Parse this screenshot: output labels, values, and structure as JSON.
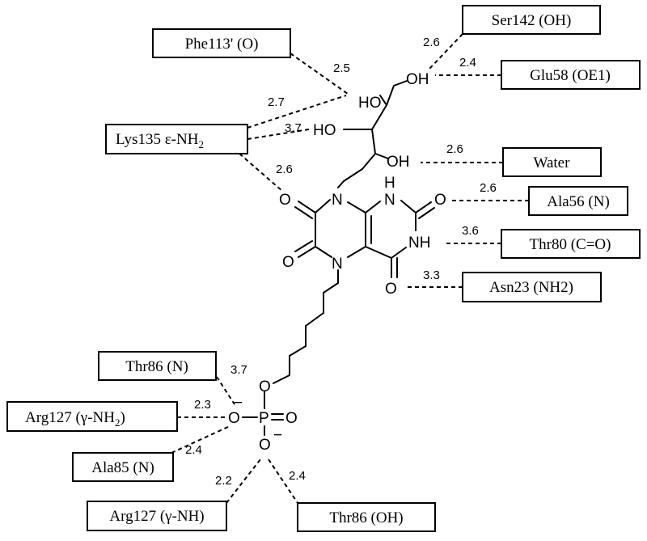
{
  "residues": {
    "ser142": "Ser142 (OH)",
    "phe113": "Phe113' (O)",
    "glu58": "Glu58 (OE1)",
    "lys135": "Lys135 ε-NH",
    "lys135_sub": "2",
    "water": "Water",
    "ala56": "Ala56 (N)",
    "thr80": "Thr80 (C=O)",
    "asn23": "Asn23 (NH2)",
    "thr86n": "Thr86 (N)",
    "arg127a": "Arg127 (γ-NH",
    "arg127a_sub": "2",
    "arg127a_close": ")",
    "ala85": "Ala85 (N)",
    "arg127b": "Arg127 (γ-NH)",
    "thr86oh": "Thr86 (OH)"
  },
  "distances": {
    "ser142": "2.6",
    "glu58": "2.4",
    "phe113": "2.5",
    "lys135_a": "2.7",
    "lys135_b": "3.7",
    "lys135_c": "2.6",
    "water": "2.6",
    "ala56": "2.6",
    "thr80": "3.6",
    "asn23": "3.3",
    "thr86n": "3.7",
    "arg127a": "2.3",
    "ala85": "2.4",
    "arg127b": "2.2",
    "thr86oh": "2.4"
  },
  "atoms": {
    "oh_top": "OH",
    "ho_mid": "HO",
    "ho_left": "HO",
    "oh_low": "OH",
    "h_upper": "H",
    "n_upper": "N",
    "n_left": "N",
    "n_bottom": "N",
    "nh_right": "NH",
    "o_lys": "O",
    "o_left": "O",
    "o_right": "O",
    "o_bottom": "O",
    "o_ester": "O",
    "o_neg_left": "O",
    "o_neg_bottom": "O",
    "p": "P",
    "o_double": "O",
    "minus": "−"
  }
}
